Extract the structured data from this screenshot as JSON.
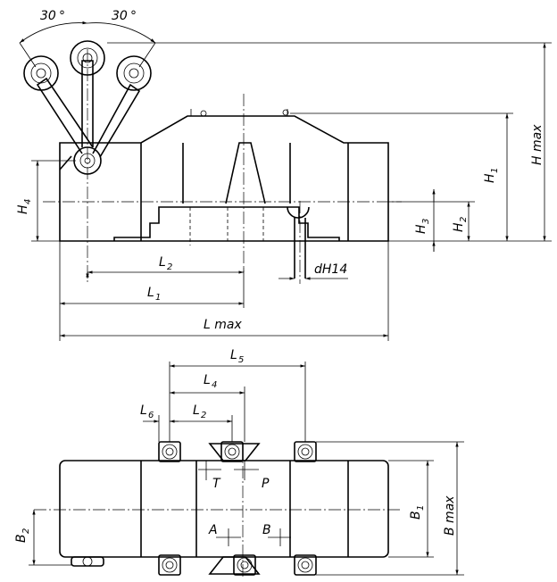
{
  "front_view": {
    "angle_left": "30",
    "angle_right": "30",
    "dim_L2": "L",
    "dim_L2_sub": "2",
    "dim_L1": "L",
    "dim_L1_sub": "1",
    "dim_Lmax": "L max",
    "dim_dH14": "dH14",
    "dim_Hmax": "H max",
    "dim_H1": "H",
    "dim_H1_sub": "1",
    "dim_H2": "H",
    "dim_H2_sub": "2",
    "dim_H3": "H",
    "dim_H3_sub": "3",
    "dim_H4": "H",
    "dim_H4_sub": "4"
  },
  "top_view": {
    "dim_L5": "L",
    "dim_L5_sub": "5",
    "dim_L4": "L",
    "dim_L4_sub": "4",
    "dim_L2": "L",
    "dim_L2_sub": "2",
    "dim_L6": "L",
    "dim_L6_sub": "6",
    "port_T": "T",
    "port_P": "P",
    "port_A": "A",
    "port_B": "B",
    "dim_B1": "B",
    "dim_B1_sub": "1",
    "dim_Bmax": "B max",
    "dim_B2": "B",
    "dim_B2_sub": "2"
  }
}
